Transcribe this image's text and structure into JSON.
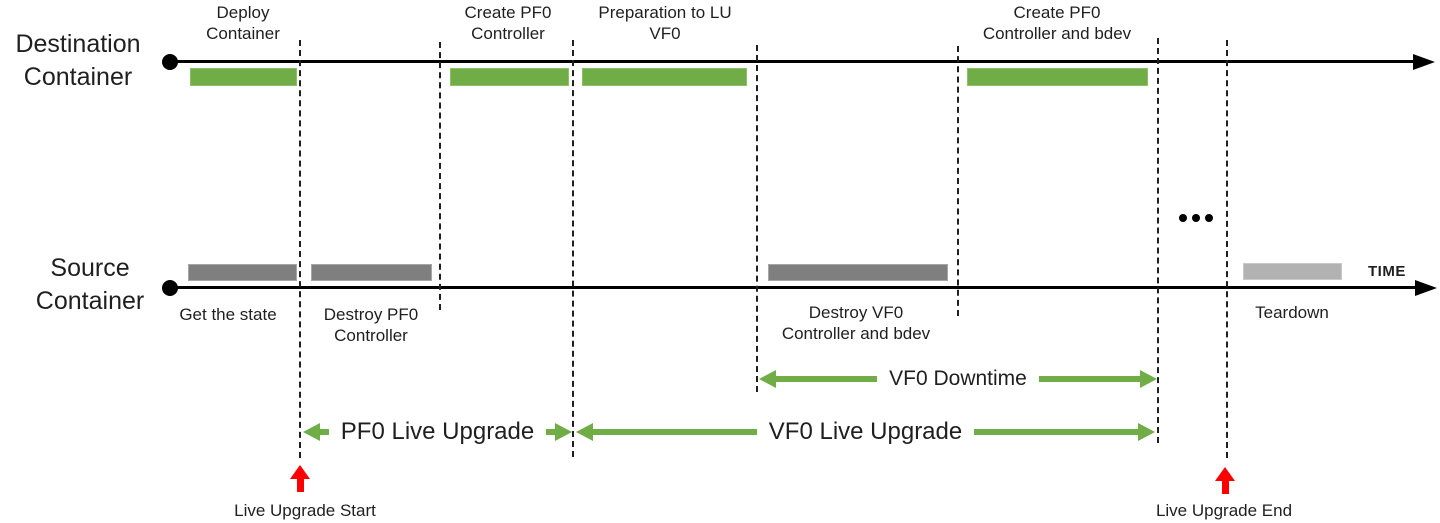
{
  "colors": {
    "task_green": "#70ad47",
    "task_gray": "#7f7f7f",
    "task_light_gray": "#b2b2b2",
    "marker_red": "#ff0000",
    "line_black": "#000000"
  },
  "timelines": {
    "destination": {
      "label": "Destination\nContainer"
    },
    "source": {
      "label": "Source\nContainer"
    },
    "time_label": "TIME"
  },
  "destination_tasks": [
    {
      "name": "deploy-container",
      "label": "Deploy\nContainer"
    },
    {
      "name": "create-pf0-controller",
      "label": "Create PF0\nController"
    },
    {
      "name": "preparation-to-lu-vf0",
      "label": "Preparation to LU\nVF0"
    },
    {
      "name": "create-pf0-controller-and-bdev",
      "label": "Create PF0\nController and bdev"
    }
  ],
  "source_tasks": [
    {
      "name": "get-the-state",
      "label": "Get the state"
    },
    {
      "name": "destroy-pf0-controller",
      "label": "Destroy PF0\nController"
    },
    {
      "name": "destroy-vf0-controller-and-bdev",
      "label": "Destroy VF0\nController and bdev"
    },
    {
      "name": "teardown",
      "label": "Teardown"
    }
  ],
  "spans": {
    "pf0_live_upgrade": "PF0 Live Upgrade",
    "vf0_live_upgrade": "VF0 Live Upgrade",
    "vf0_downtime": "VF0 Downtime"
  },
  "markers": {
    "start": "Live Upgrade Start",
    "end": "Live Upgrade End"
  }
}
